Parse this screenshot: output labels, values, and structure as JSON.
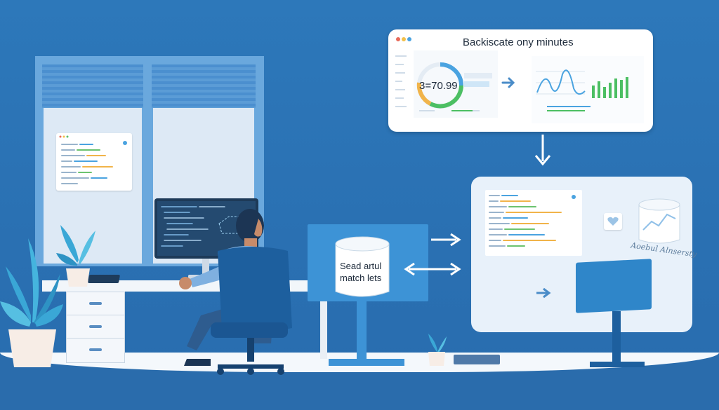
{
  "dashboard": {
    "title": "Backiscate ony minutes",
    "gauge_value": "3=70.99"
  },
  "database_panel": {
    "label_line1": "Sead artul",
    "label_line2": "match lets"
  },
  "analytics_note": "Aoebul Alnsersty",
  "colors": {
    "background": "#2a72b5",
    "panel": "#e8f1fa",
    "accent_blue": "#2f86c9",
    "accent_green": "#4cbf63",
    "chair": "#1d5f9e"
  }
}
